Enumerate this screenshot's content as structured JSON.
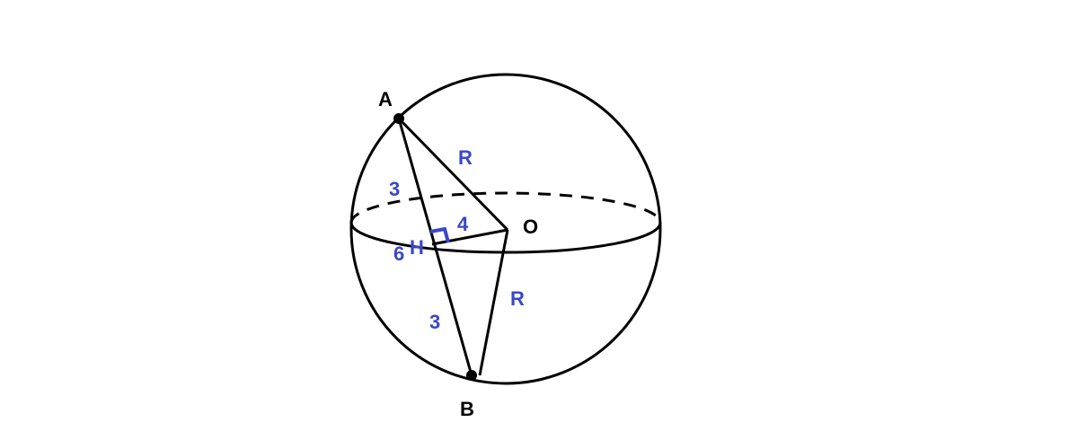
{
  "colors": {
    "stroke": "#000000",
    "annotation": "#3a47c8"
  },
  "points": {
    "A": "A",
    "B": "B",
    "O": "O",
    "H": "H"
  },
  "lengths": {
    "ah": "3",
    "hb": "3",
    "ho": "4",
    "ab": "6",
    "oa": "R",
    "ob": "R"
  }
}
